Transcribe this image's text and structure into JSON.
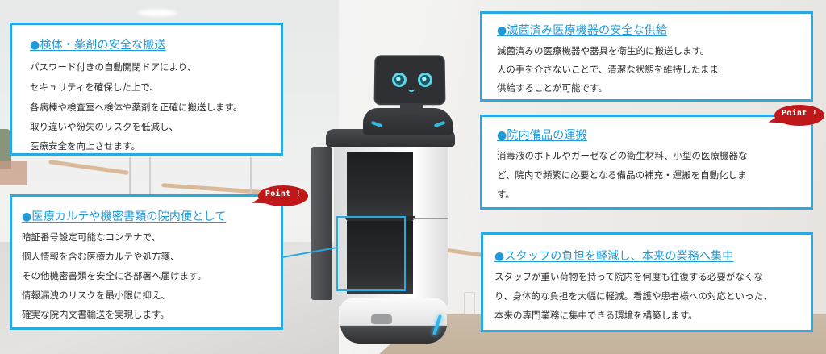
{
  "colors": {
    "accent_blue": "#29a9e1",
    "title_blue": "#1e9ad8",
    "point_red": "#c01818",
    "text": "#333333",
    "card_bg": "#ffffff"
  },
  "robot": {
    "description": "hospital delivery robot with face display and open compartments",
    "face": {
      "eyes": "cyan-eye-icon",
      "mouth": "smile-icon"
    }
  },
  "cards": [
    {
      "id": "specimen-transport",
      "title": "●検体・薬剤の安全な搬送",
      "lines": [
        "パスワード付きの自動開閉ドアにより、",
        "セキュリティを確保した上で、",
        "各病棟や検査室へ検体や薬剤を正確に搬送します。",
        "取り違いや紛失のリスクを低減し、",
        "医療安全を向上させます。"
      ],
      "point": false
    },
    {
      "id": "confidential-documents",
      "title": "●医療カルテや機密書類の院内便として",
      "lines": [
        "暗証番号設定可能なコンテナで、",
        "個人情報を含む医療カルテや処方箋、",
        "その他機密書類を安全に各部署へ届けます。",
        "情報漏洩のリスクを最小限に抑え、",
        "確実な院内文書輸送を実現します。"
      ],
      "point": true,
      "point_label": "Point !"
    },
    {
      "id": "sterile-equipment",
      "title": "●滅菌済み医療機器の安全な供給",
      "lines": [
        "滅菌済みの医療機器や器具を衛生的に搬送します。",
        "人の手を介さないことで、清潔な状態を維持したまま",
        "供給することが可能です。"
      ],
      "point": false
    },
    {
      "id": "supplies-transport",
      "title": "●院内備品の運搬",
      "lines": [
        "消毒液のボトルやガーゼなどの衛生材料、小型の医療機器な",
        "ど、院内で頻繁に必要となる備品の補充・運搬を自動化しま",
        "す。"
      ],
      "point": true,
      "point_label": "Point !"
    },
    {
      "id": "staff-burden",
      "title": "●スタッフの負担を軽減し、本来の業務へ集中",
      "lines": [
        "スタッフが重い荷物を持って院内を何度も往復する必要がなくな",
        "り、身体的な負担を大幅に軽減。看護や患者様への対応といった、",
        "本来の専門業務に集中できる環境を構築します。"
      ],
      "point": false
    }
  ]
}
